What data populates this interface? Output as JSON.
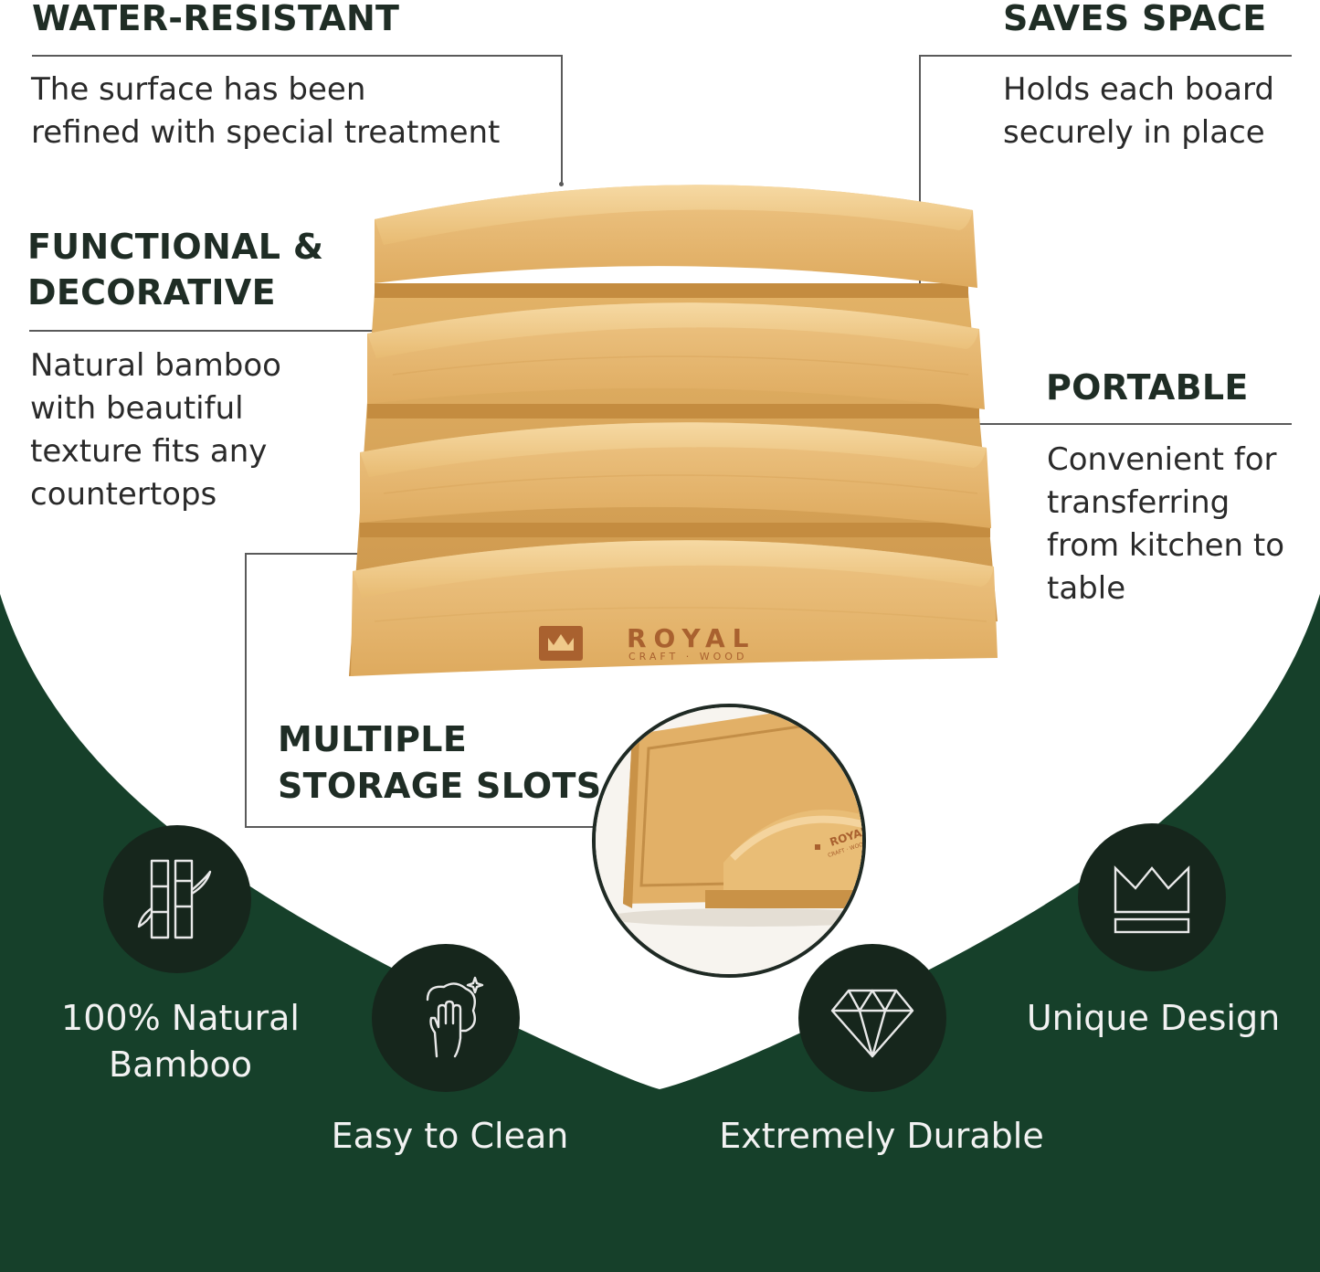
{
  "colors": {
    "background": "#ffffff",
    "band": "#16402a",
    "badge": "#16261c",
    "heading": "#1f2d25",
    "bamboo_light": "#f2cf92",
    "bamboo_mid": "#e7b96f",
    "bamboo_dark": "#c99247",
    "logo": "#a9612f"
  },
  "callouts": {
    "water": {
      "title": "WATER-RESISTANT",
      "lines": [
        "The surface has been",
        "refined with special treatment"
      ]
    },
    "space": {
      "title": "SAVES SPACE",
      "lines": [
        "Holds each board",
        "securely in place"
      ]
    },
    "functional": {
      "title_lines": [
        "FUNCTIONAL &",
        "DECORATIVE"
      ],
      "lines": [
        "Natural bamboo",
        "with beautiful",
        "texture fits any",
        "countertops"
      ]
    },
    "portable": {
      "title": "PORTABLE",
      "lines": [
        "Convenient for",
        "transferring",
        "from kitchen to",
        "table"
      ]
    },
    "slots": {
      "title_lines": [
        "MULTIPLE",
        "STORAGE SLOTS"
      ]
    }
  },
  "product": {
    "brand": "ROYAL",
    "brand_sub": "CRAFT · WOOD",
    "inset_brand": "ROYAL",
    "inset_brand_sub": "CRAFT · WOOD"
  },
  "features": [
    {
      "icon": "bamboo-icon",
      "lines": [
        "100% Natural",
        "Bamboo"
      ]
    },
    {
      "icon": "hand-wipe-icon",
      "lines": [
        "Easy to Clean"
      ]
    },
    {
      "icon": "diamond-icon",
      "lines": [
        "Extremely Durable"
      ]
    },
    {
      "icon": "crown-icon",
      "lines": [
        "Unique Design"
      ]
    }
  ]
}
